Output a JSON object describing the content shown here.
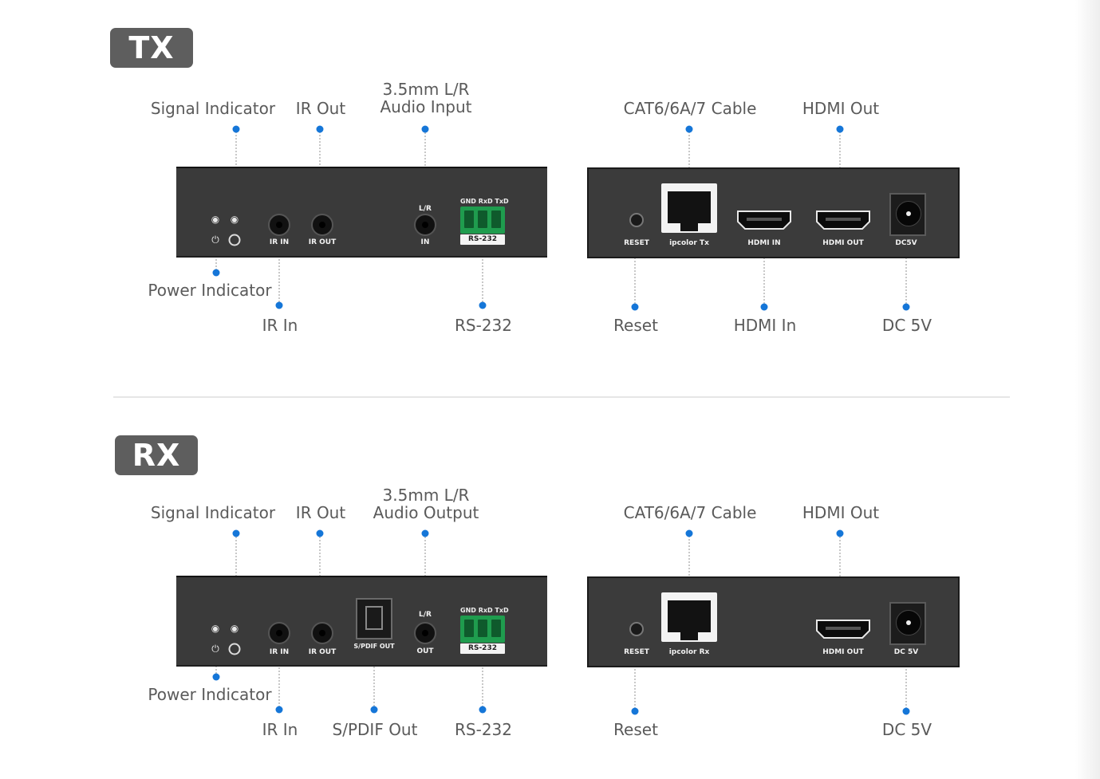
{
  "colors": {
    "badge_bg": "#5e5e5e",
    "accent_dot": "#1576d8",
    "label_text": "#5a5a5a",
    "panel": "#3a3a3a",
    "terminal_green": "#1f9c4e"
  },
  "tx": {
    "badge": "TX",
    "callouts": {
      "signal_indicator": "Signal Indicator",
      "ir_out": "IR Out",
      "audio_line1": "3.5mm L/R",
      "audio_line2": "Audio Input",
      "cable": "CAT6/6A/7 Cable",
      "hdmi_out": "HDMI Out",
      "power_indicator": "Power Indicator",
      "ir_in": "IR In",
      "rs232": "RS-232",
      "reset": "Reset",
      "hdmi_in": "HDMI In",
      "dc": "DC 5V"
    },
    "port_labels": {
      "ir_in": "IR IN",
      "ir_out": "IR OUT",
      "lr": "L/R",
      "in": "IN",
      "rs_top": "GND RxD TxD",
      "rs_box": "RS-232",
      "reset": "RESET",
      "rj45": "ipcolor Tx",
      "hdmi_in": "HDMI IN",
      "hdmi_out": "HDMI OUT",
      "dc": "DC5V"
    }
  },
  "rx": {
    "badge": "RX",
    "callouts": {
      "signal_indicator": "Signal Indicator",
      "ir_out": "IR Out",
      "audio_line1": "3.5mm L/R",
      "audio_line2": "Audio Output",
      "cable": "CAT6/6A/7 Cable",
      "hdmi_out": "HDMI Out",
      "power_indicator": "Power Indicator",
      "ir_in": "IR In",
      "spdif": "S/PDIF Out",
      "rs232": "RS-232",
      "reset": "Reset",
      "dc": "DC 5V"
    },
    "port_labels": {
      "ir_in": "IR IN",
      "ir_out": "IR OUT",
      "spdif": "S/PDIF OUT",
      "lr": "L/R",
      "out": "OUT",
      "rs_top": "GND RxD TxD",
      "rs_box": "RS-232",
      "reset": "RESET",
      "rj45": "ipcolor Rx",
      "hdmi_out": "HDMI OUT",
      "dc": "DC 5V"
    }
  }
}
